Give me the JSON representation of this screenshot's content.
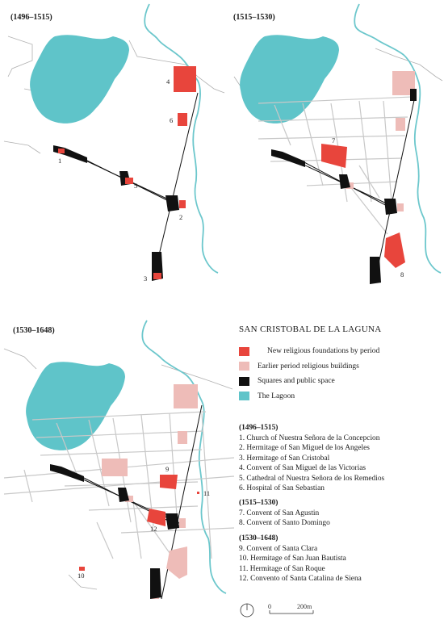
{
  "panels": [
    {
      "period": "(1496–1515)",
      "labels": [
        "1",
        "2",
        "3",
        "4",
        "5",
        "6"
      ]
    },
    {
      "period": "(1515–1530)",
      "labels": [
        "7",
        "8"
      ]
    },
    {
      "period": "(1530–1648)",
      "labels": [
        "9",
        "10",
        "11",
        "12"
      ]
    }
  ],
  "legend": {
    "title": "SAN CRISTOBAL DE LA LAGUNA",
    "items": [
      {
        "label": "New religious foundations by period",
        "color": "#e8453c"
      },
      {
        "label": "Earlier period religious buildings",
        "color": "#eebcb8"
      },
      {
        "label": "Squares and public space",
        "color": "#111111"
      },
      {
        "label": "The Lagoon",
        "color": "#5fc4c9"
      }
    ]
  },
  "colors": {
    "river": "#6cc7cc",
    "streets": "#c8c8c8",
    "boundary": "#b0b0b0",
    "main_road": "#111111"
  },
  "groups": [
    {
      "period": "(1496–1515)",
      "items": [
        "1. Church of Nuestra Señora de la Concepcion",
        "2. Hermitage of San Miguel de los Angeles",
        "3. Hermitage of San Cristobal",
        "4. Convent of San Miguel de las Victorias",
        "5. Cathedral of Nuestra Señora de los Remedios",
        "6. Hospital of San Sebastian"
      ]
    },
    {
      "period": "(1515–1530)",
      "items": [
        "7. Convent of San Agustin",
        "8. Convent of Santo Domingo"
      ]
    },
    {
      "period": "(1530–1648)",
      "items": [
        "9. Convent of Santa Clara",
        "10.  Hermitage of San Juan Bautista",
        "11.  Hermitage of San Roque",
        "12.  Convento of Santa Catalina de Siena"
      ]
    }
  ],
  "scale": {
    "start": "0",
    "end": "200m"
  }
}
